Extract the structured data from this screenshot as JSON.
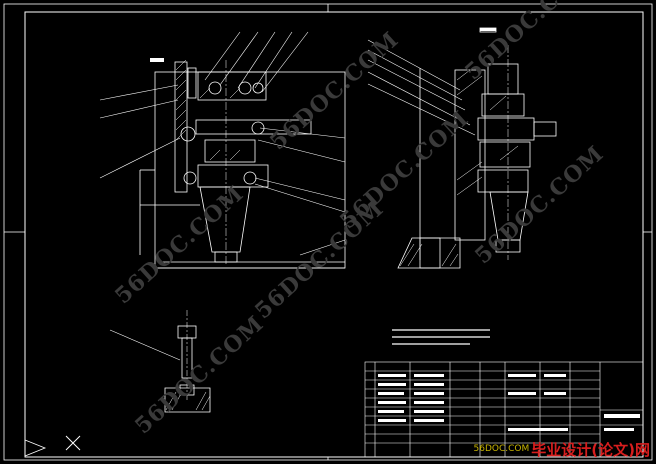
{
  "watermarks": [
    "56DOC.COM",
    "56DOC.COM",
    "56DOC.COM",
    "56DOC.COM",
    "56DOC.COM",
    "56DOC.COM",
    "56DOC.COM"
  ],
  "logo": {
    "site": "56DOC.COM",
    "text": "毕业设计(论文)网"
  },
  "colors": {
    "background": "#000000",
    "line": "#ffffff",
    "watermark": "#3a3a3a",
    "logo_red": "#d81e1e",
    "logo_yellow": "#c8b400"
  }
}
